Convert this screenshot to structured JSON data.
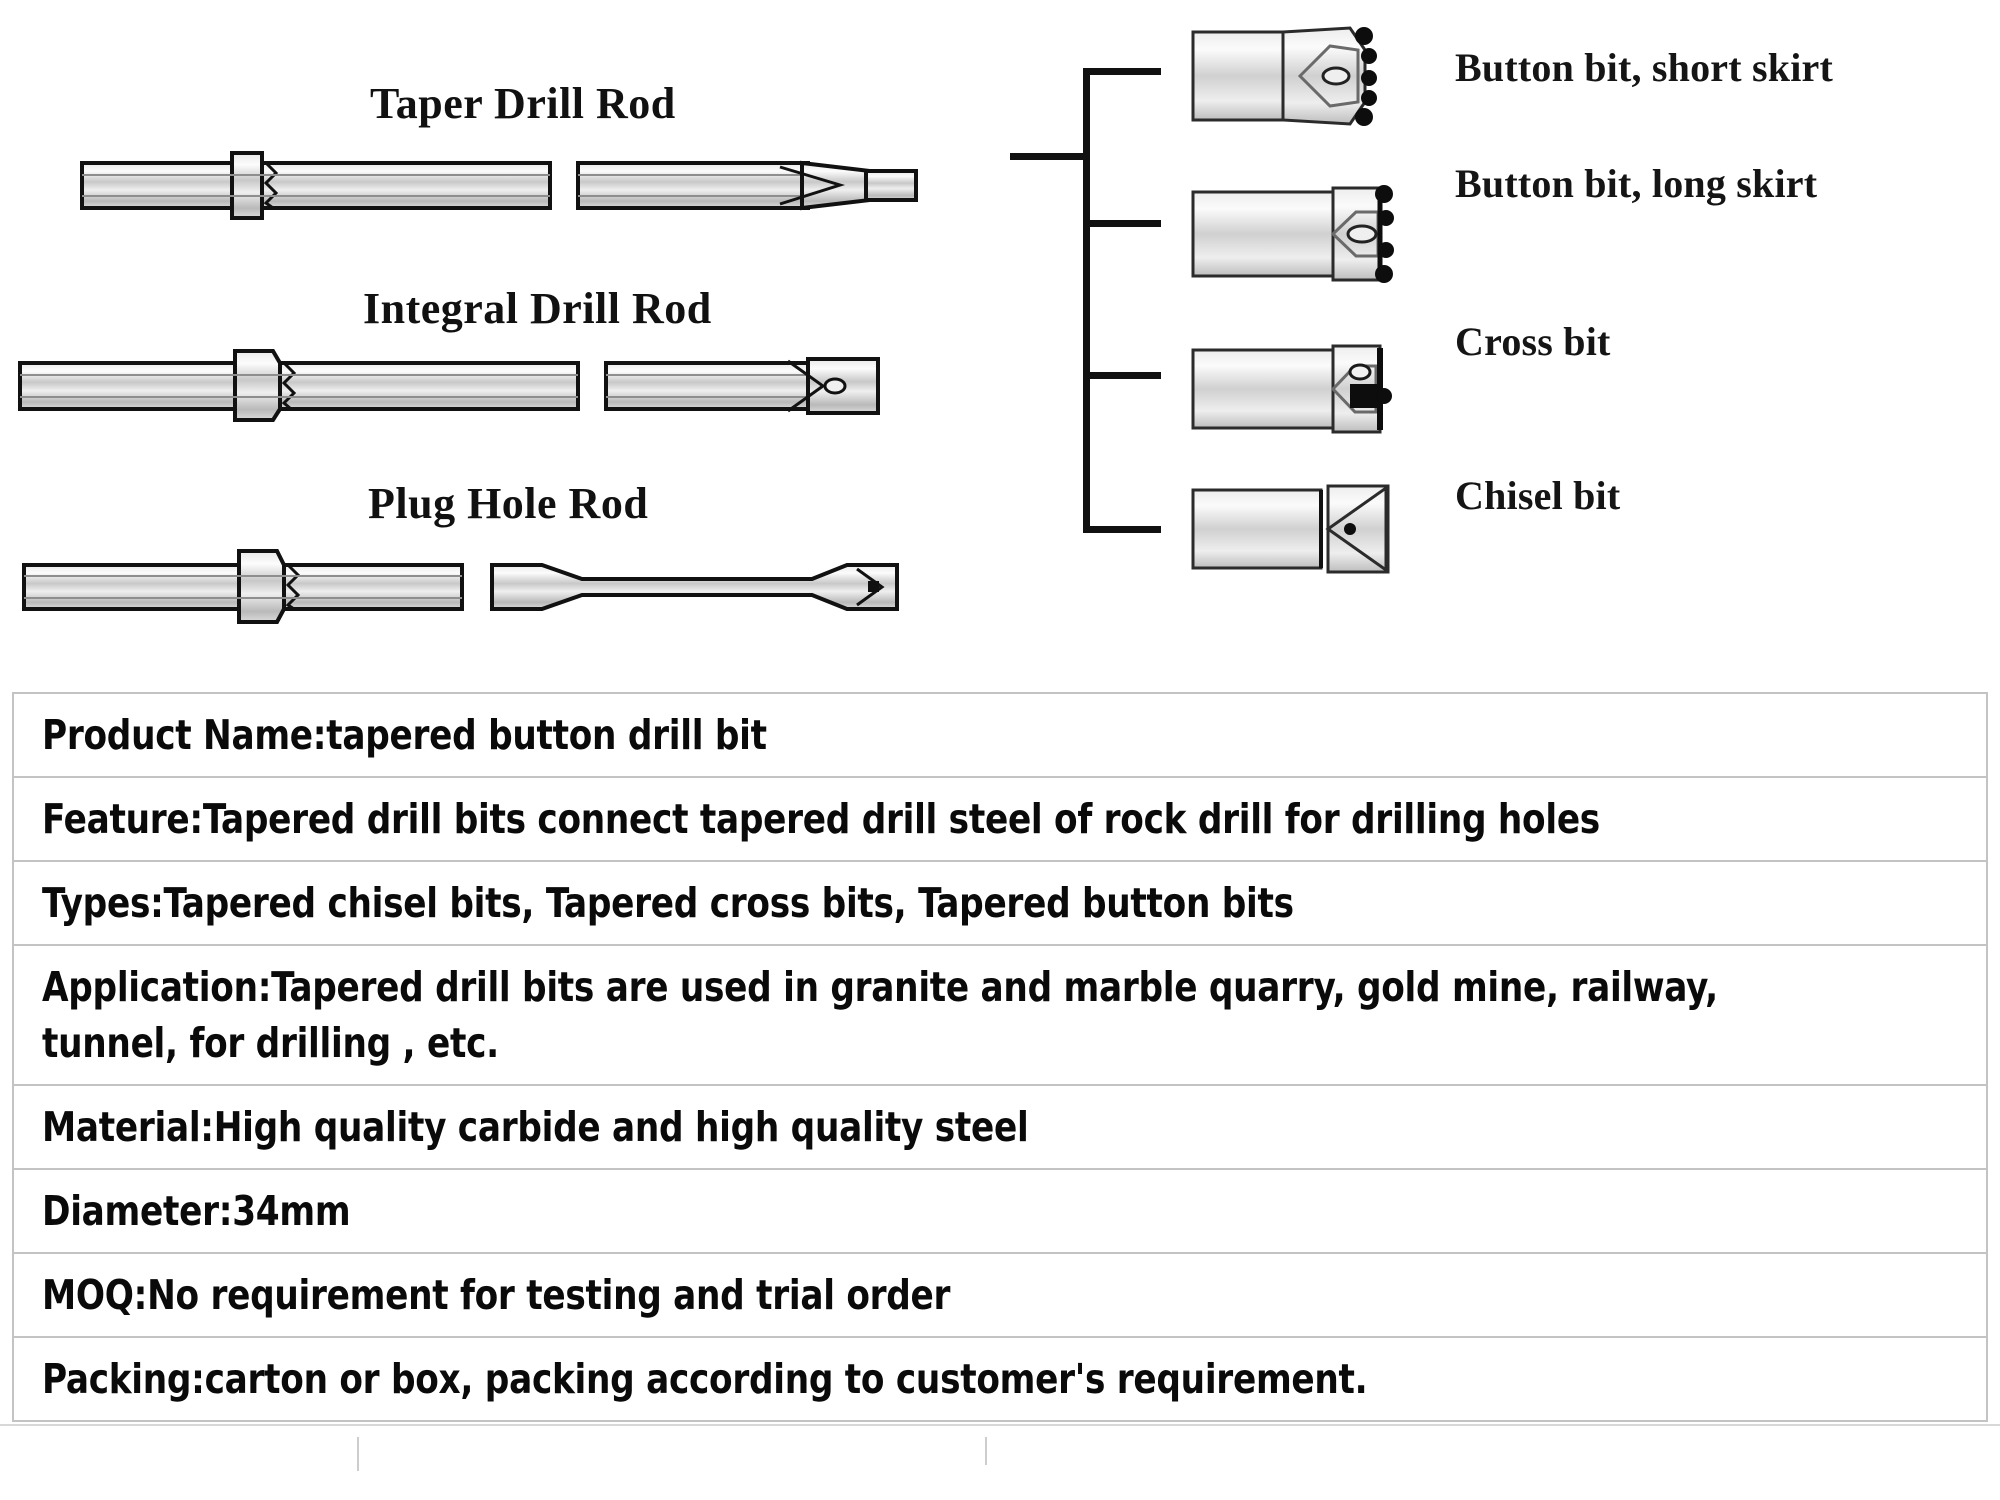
{
  "diagram": {
    "rods": [
      {
        "id": "taper-drill-rod",
        "title": "Taper Drill Rod"
      },
      {
        "id": "integral-drill-rod",
        "title": "Integral Drill Rod"
      },
      {
        "id": "plug-hole-rod",
        "title": "Plug Hole Rod"
      }
    ],
    "bits": [
      {
        "id": "button-bit-short-skirt",
        "label": "Button bit, short skirt"
      },
      {
        "id": "button-bit-long-skirt",
        "label": "Button bit, long skirt"
      },
      {
        "id": "cross-bit",
        "label": "Cross bit"
      },
      {
        "id": "chisel-bit",
        "label": "Chisel bit"
      }
    ]
  },
  "spec_table": {
    "rows": [
      {
        "key": "Product Name",
        "text": "Product Name:tapered button drill bit"
      },
      {
        "key": "Feature",
        "text": "Feature:Tapered drill bits connect tapered drill steel of rock drill for drilling holes"
      },
      {
        "key": "Types",
        "text": "Types:Tapered chisel bits, Tapered cross bits, Tapered button bits"
      },
      {
        "key": "Application",
        "text": "Application:Tapered drill bits are used in granite and marble quarry, gold mine, railway, tunnel, for drilling , etc."
      },
      {
        "key": "Material",
        "text": "Material:High quality carbide and high quality steel"
      },
      {
        "key": "Diameter",
        "text": "Diameter:34mm"
      },
      {
        "key": "MOQ",
        "text": "MOQ:No requirement for testing and trial order"
      },
      {
        "key": "Packing",
        "text": "Packing:carton or box, packing according to customer's requirement."
      }
    ]
  },
  "colors": {
    "table_border": "#c3c3c3",
    "text": "#0a0a0a",
    "line": "#111111",
    "metal_light": "#f2f2f2",
    "metal_mid": "#c9c9c9",
    "metal_dark": "#8f8f8f"
  }
}
